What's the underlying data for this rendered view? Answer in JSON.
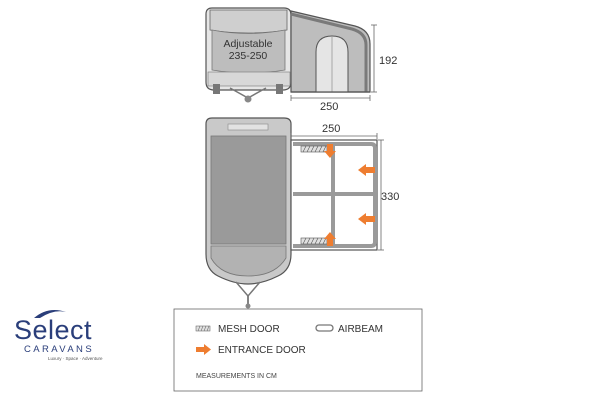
{
  "side_view": {
    "adjustable_label": "Adjustable",
    "adjustable_range": "235-250",
    "height_label": "192",
    "depth_label": "250"
  },
  "top_view": {
    "width_label": "250",
    "length_label": "330"
  },
  "legend": {
    "mesh_door": "MESH DOOR",
    "airbeam": "AIRBEAM",
    "entrance_door": "ENTRANCE DOOR",
    "measurements": "MEASUREMENTS IN CM"
  },
  "logo": {
    "select": "Select",
    "caravans": "CARAVANS",
    "tagline": "Luxury · Space · Adventure"
  },
  "colors": {
    "outline": "#555555",
    "fill_grey": "#bfbfbf",
    "fill_dark": "#8a8a8a",
    "airbeam": "#9a9a9a",
    "arrow": "#ee7d30",
    "brand": "#2a3e7a"
  }
}
